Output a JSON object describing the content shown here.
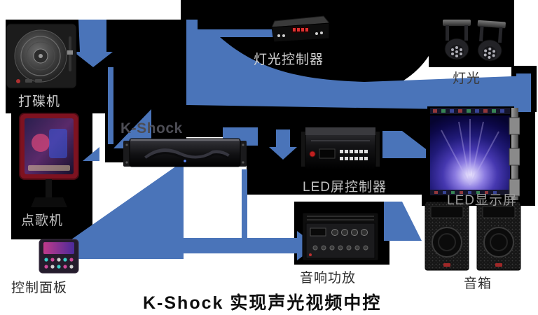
{
  "title": "K-Shock 实现声光视频中控",
  "colors": {
    "arrow": "#4a74b9",
    "blob": "#000000",
    "background": "#ffffff"
  },
  "devices": [
    {
      "id": "dj-player",
      "label": "打碟机"
    },
    {
      "id": "karaoke-machine",
      "label": "点歌机"
    },
    {
      "id": "control-panel",
      "label": "控制面板"
    },
    {
      "id": "k-shock-host",
      "label": "K-Shock"
    },
    {
      "id": "light-controller",
      "label": "灯光控制器"
    },
    {
      "id": "stage-lights",
      "label": "灯光"
    },
    {
      "id": "led-processor",
      "label": "LED屏控制器"
    },
    {
      "id": "amplifier",
      "label": "音响功放"
    },
    {
      "id": "led-display",
      "label": "LED显示屏"
    },
    {
      "id": "speakers",
      "label": "音箱"
    }
  ]
}
